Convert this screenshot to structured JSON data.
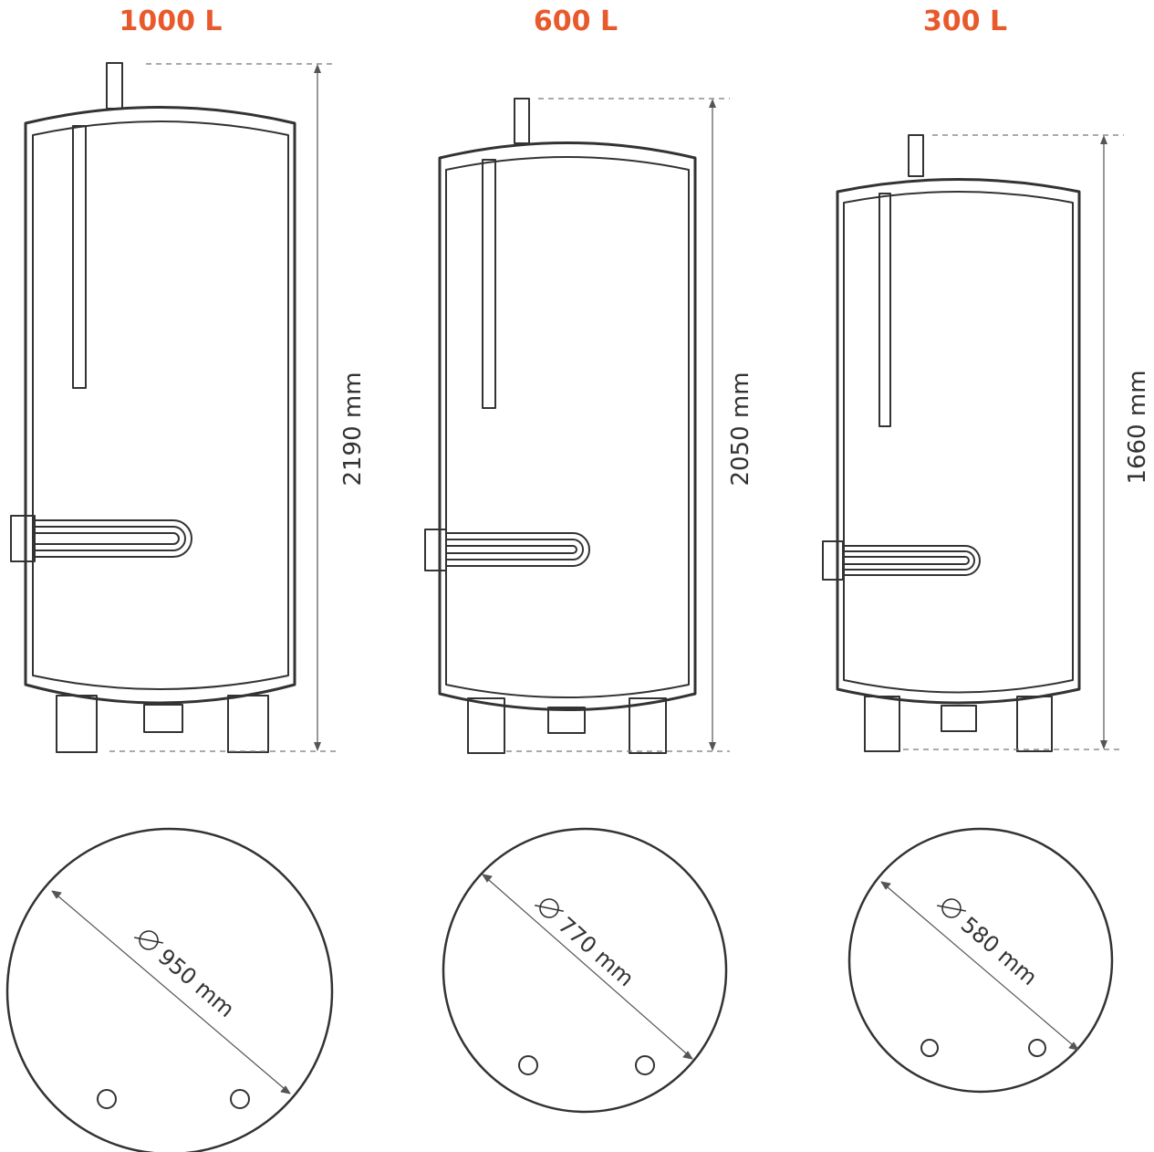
{
  "colors": {
    "accent": "#e8592b",
    "line": "#333333",
    "dim": "#555555"
  },
  "tanks": [
    {
      "capacity": "1000 L",
      "height": "2190 mm",
      "diameter": "950 mm"
    },
    {
      "capacity": "600 L",
      "height": "2050 mm",
      "diameter": "770 mm"
    },
    {
      "capacity": "300 L",
      "height": "1660 mm",
      "diameter": "580 mm"
    }
  ],
  "icons": {
    "diameter_symbol": "diameter-symbol-icon",
    "heater": "heating-element-icon"
  }
}
